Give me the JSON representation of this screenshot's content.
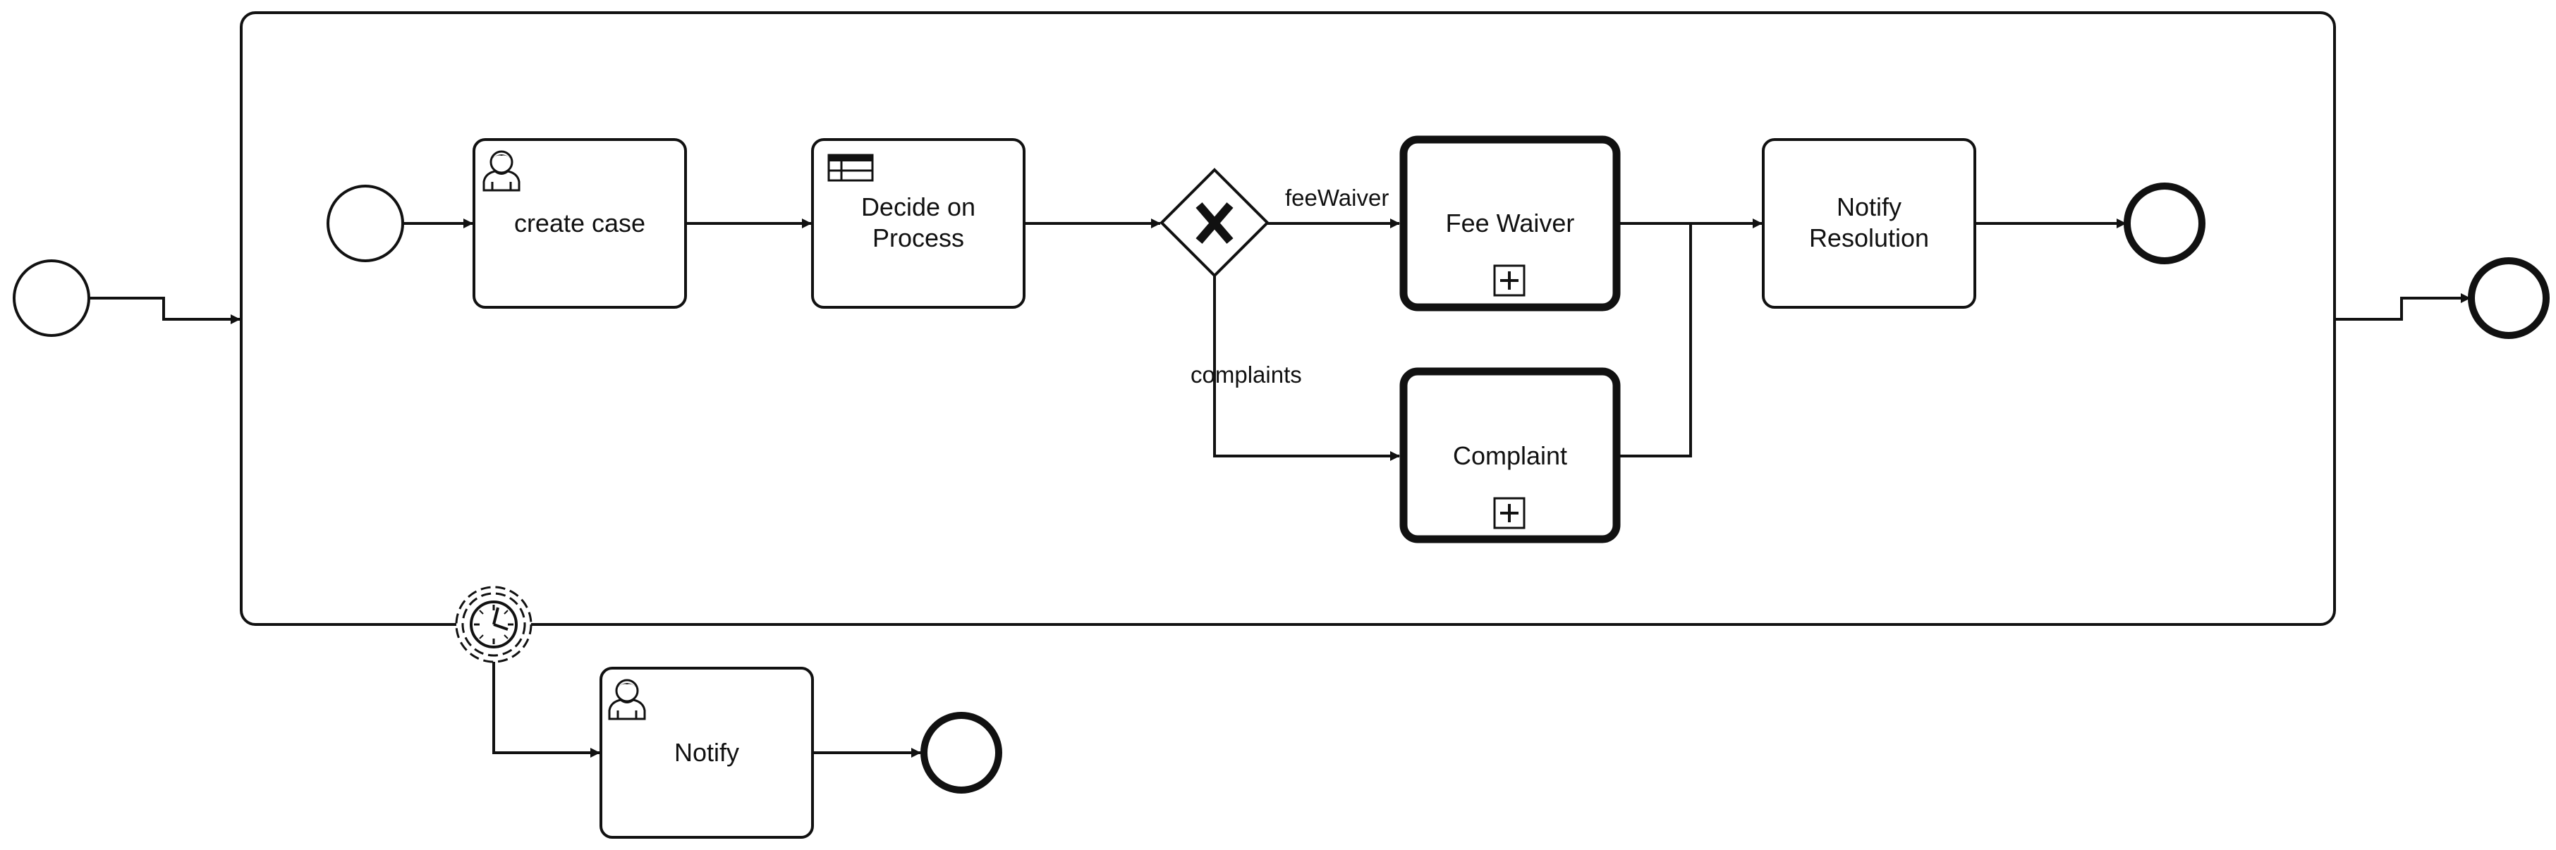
{
  "diagram": {
    "tasks": {
      "create_case": "create case",
      "decide_line1": "Decide on",
      "decide_line2": "Process",
      "fee_waiver": "Fee Waiver",
      "complaint": "Complaint",
      "notify_res_line1": "Notify",
      "notify_res_line2": "Resolution",
      "notify": "Notify"
    },
    "flows": {
      "fee_waiver": "feeWaiver",
      "complaints": "complaints"
    },
    "icons": {
      "user_task": "user-icon",
      "business_rule_task": "table-icon",
      "gateway": "x-gateway-icon",
      "timer": "clock-icon",
      "collapsed_subprocess": "plus-square-icon"
    },
    "colors": {
      "stroke": "#111111",
      "fill": "#ffffff"
    }
  }
}
